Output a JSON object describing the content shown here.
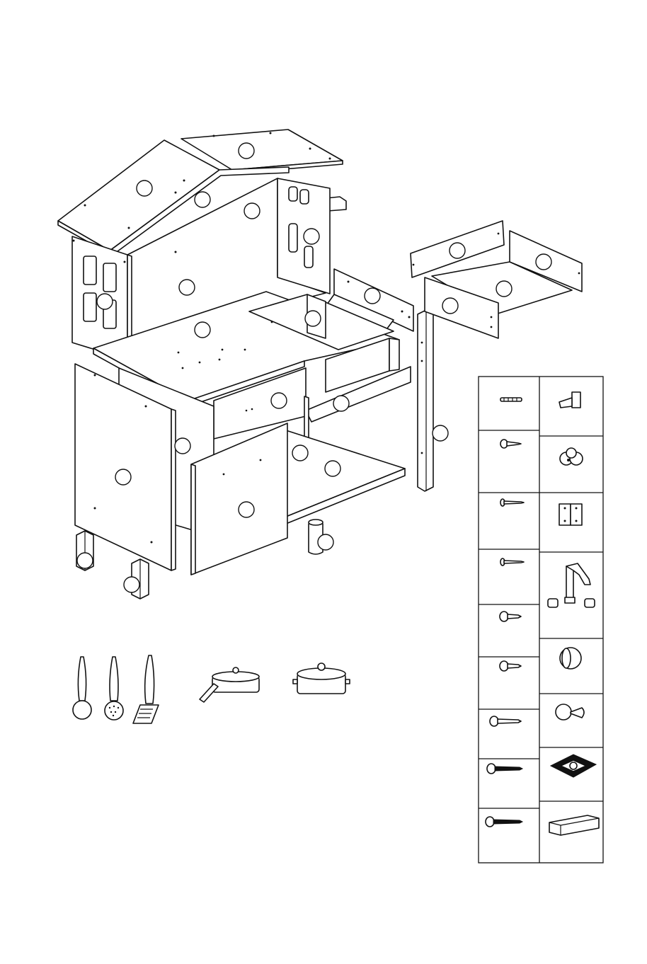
{
  "diagram": {
    "kind": "exploded-assembly",
    "callouts": [
      "roof-right-panel",
      "roof-left-panel",
      "roof-ridge-board",
      "roof-support-beam",
      "wall-left",
      "wall-back",
      "wall-right-window",
      "shelf-bracket",
      "countertop",
      "sink-basin",
      "drawer-front",
      "oven-shelf",
      "cabinet-left-door",
      "cabinet-inner-wall",
      "cabinet-door",
      "center-divider",
      "bottom-shelf",
      "corner-post",
      "leg-front-left",
      "leg-front-right",
      "leg-back",
      "drawer-back",
      "drawer-side",
      "drawer-panel",
      "drawer-bottom"
    ],
    "accessories": [
      "ladle",
      "skimmer",
      "spatula",
      "saucepan",
      "pot"
    ],
    "hardware_left": [
      "wooden-dowel",
      "screw-pan-short",
      "screw-flat-long",
      "screw-flat-long-2",
      "screw-pan-medium",
      "screw-pan-medium-2",
      "screw-pan-thread",
      "screw-pan-long",
      "screw-pan-extra-long"
    ],
    "hardware_right": [
      "magnetic-catch",
      "knob-clip",
      "hinge",
      "faucet-and-knobs",
      "burner-knob",
      "handle-knob",
      "stove-grate",
      "wood-block"
    ]
  }
}
